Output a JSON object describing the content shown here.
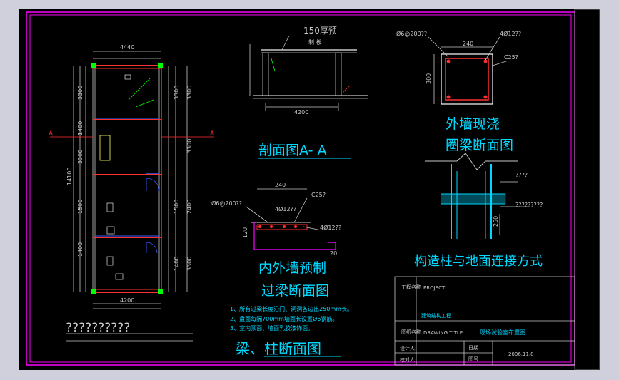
{
  "texts": {
    "section_top": "150厚预",
    "section_top2": "制 板",
    "section_dim": "4200",
    "section_caption": "剖面图A- A",
    "ringbeam_top_left": "Ø6@200??",
    "ringbeam_top_right": "4Ø12??",
    "ringbeam_w": "240",
    "ringbeam_h": "300",
    "ringbeam_conc": "C25?",
    "ringbeam_caption1": "外墙现浇",
    "ringbeam_caption2": "圈梁断面图",
    "lintel_w": "240",
    "lintel_left": "Ø6@200??",
    "lintel_conc": "C25?",
    "lintel_top": "4Ø12??",
    "lintel_bot": "4Ø12??",
    "lintel_h": "120",
    "lintel_end": "20",
    "lintel_caption1": "内外墙预制",
    "lintel_caption2": "过梁断面图",
    "note1": "1、所有过梁长度沿门、洞洞各边出250mm长。",
    "note2": "2、盘面每隔700mm墙面长设置Ø6钢筋。",
    "note3": "3、室内顶面、墙面乳胶漆饰面。",
    "main_caption": "梁、柱断面图",
    "column_label1": "????",
    "column_label2": "?????????",
    "column_dim": "250",
    "column_caption": "构造柱与地面连接方式",
    "plan_top_dim": "4440",
    "plan_bot_dim": "4200",
    "plan_total": "14100",
    "plan_side_a_left": "A",
    "plan_side_a_right": "A",
    "plan_legend": "??????????",
    "tb_project_label": "工程名称",
    "tb_project": "PROJECT",
    "tb_unit": "建筑结构工程",
    "tb_drawing_label": "图纸名称",
    "tb_drawing": "DRAWING TITLE",
    "tb_drawing_name": "现场试验室布置图",
    "tb_design": "设计人:",
    "tb_check": "校对人:",
    "tb_date_label": "日期",
    "tb_date": "2006.11.8",
    "tb_no": "图号"
  }
}
